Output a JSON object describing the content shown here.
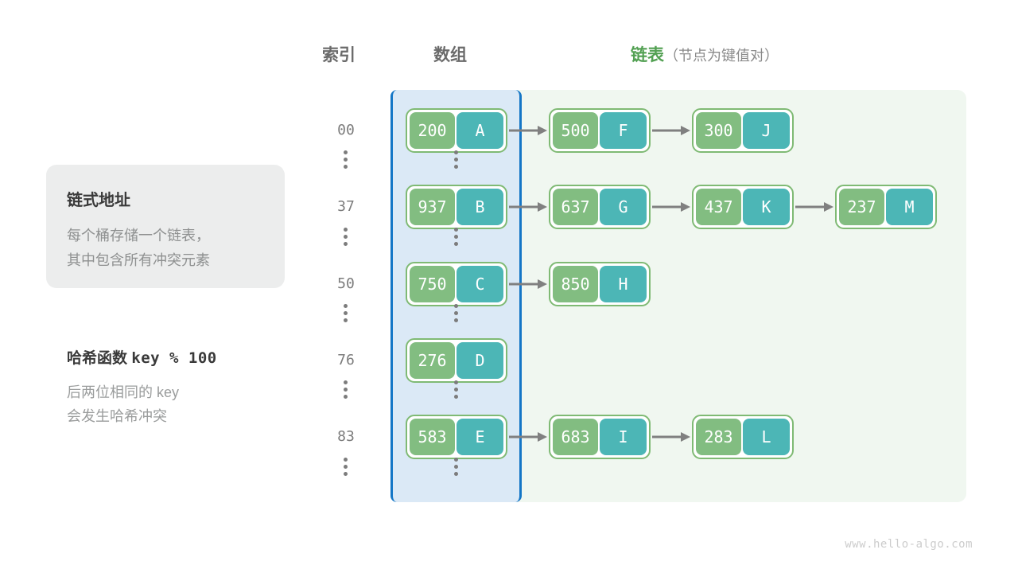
{
  "headings": {
    "index": "索引",
    "array": "数组",
    "list_main": "链表",
    "list_sub": "（节点为键值对）"
  },
  "info_card": {
    "title": "链式地址",
    "line1": "每个桶存储一个链表，",
    "line2": "其中包含所有冲突元素"
  },
  "hash": {
    "title_label": "哈希函数",
    "title_expr": "key % 100",
    "line1": "后两位相同的 key",
    "line2": "会发生哈希冲突"
  },
  "watermark": "www.hello-algo.com",
  "colors": {
    "key_box": "#82bd81",
    "value_box": "#4cb6b6",
    "node_border": "#7fba74",
    "array_panel_bg": "#dbe9f6",
    "array_panel_border": "#1476c6",
    "list_panel_bg": "#f0f7f0",
    "heading_green": "#52a052",
    "heading_gray": "#6b6b6b",
    "arrow": "#808080",
    "card_bg": "#eceded"
  },
  "buckets": [
    {
      "index": "00",
      "nodes": [
        {
          "key": "200",
          "value": "A"
        },
        {
          "key": "500",
          "value": "F"
        },
        {
          "key": "300",
          "value": "J"
        }
      ]
    },
    {
      "index": "37",
      "nodes": [
        {
          "key": "937",
          "value": "B"
        },
        {
          "key": "637",
          "value": "G"
        },
        {
          "key": "437",
          "value": "K"
        },
        {
          "key": "237",
          "value": "M"
        }
      ]
    },
    {
      "index": "50",
      "nodes": [
        {
          "key": "750",
          "value": "C"
        },
        {
          "key": "850",
          "value": "H"
        }
      ]
    },
    {
      "index": "76",
      "nodes": [
        {
          "key": "276",
          "value": "D"
        }
      ]
    },
    {
      "index": "83",
      "nodes": [
        {
          "key": "583",
          "value": "E"
        },
        {
          "key": "683",
          "value": "I"
        },
        {
          "key": "283",
          "value": "L"
        }
      ]
    }
  ]
}
